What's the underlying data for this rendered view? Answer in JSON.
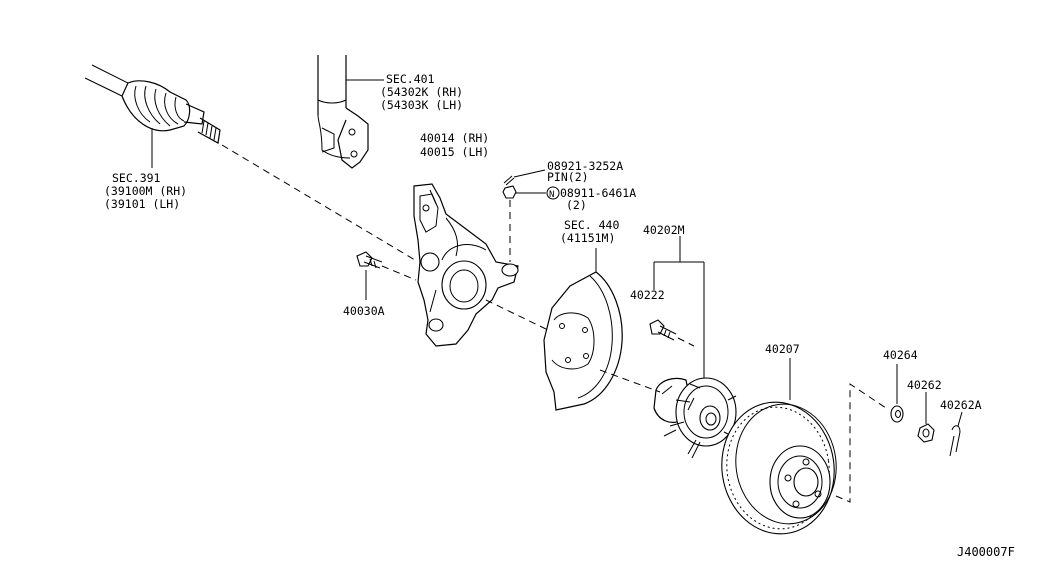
{
  "diagram_id": "J400007F",
  "parts": {
    "drive_shaft": {
      "sec": "SEC.391",
      "rh": "(39100M (RH)",
      "lh": "(39101  (LH)"
    },
    "strut": {
      "sec": "SEC.401",
      "rh": "(54302K (RH)",
      "lh": "(54303K (LH)"
    },
    "knuckle": {
      "rh": "40014 (RH)",
      "lh": "40015 (LH)"
    },
    "pin": {
      "part": "08921-3252A",
      "qty": "PIN(2)"
    },
    "nut_n": {
      "symbol": "N",
      "part": "08911-6461A",
      "qty": "(2)"
    },
    "bolt": {
      "part": "40030A"
    },
    "baffle": {
      "sec": "SEC. 440",
      "part": "(41151M)"
    },
    "hub_assy": {
      "part": "40202M"
    },
    "hub_bolt": {
      "part": "40222"
    },
    "rotor": {
      "part": "40207"
    },
    "washer": {
      "part": "40264"
    },
    "hub_nut": {
      "part": "40262"
    },
    "cotter_pin": {
      "part": "40262A"
    }
  }
}
